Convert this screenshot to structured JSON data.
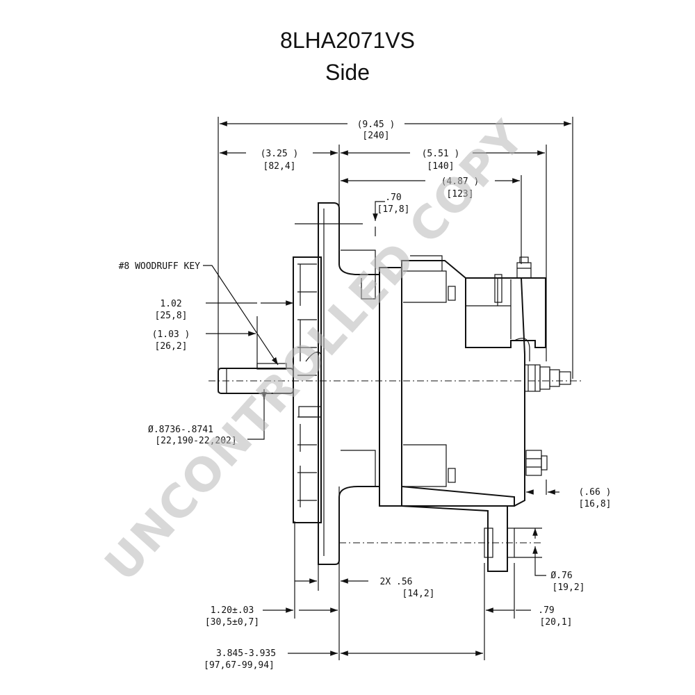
{
  "title": {
    "model": "8LHA2071VS",
    "view": "Side"
  },
  "watermark": "UNCONTROLLED COPY",
  "dimensions": {
    "overall": {
      "in": "(9.45 )",
      "mm": "[240]"
    },
    "front_offset": {
      "in": "(3.25   )",
      "mm": "[82,4]"
    },
    "rear_offset": {
      "in": "(5.51 )",
      "mm": "[140]"
    },
    "terminal_offset": {
      "in": "(4.87 )",
      "mm": "[123]"
    },
    "flange_gap": {
      "in": ".70",
      "mm": "[17,8]"
    },
    "key_label": "#8 WOODRUFF KEY",
    "shaft_len_1": {
      "in": "1.02",
      "mm": "[25,8]"
    },
    "shaft_len_2": {
      "in": "(1.03  )",
      "mm": "[26,2]"
    },
    "shaft_dia": {
      "in": "Ø.8736-.8741",
      "mm": "[22,190-22,202]"
    },
    "terminal_depth": {
      "in": "(.66    )",
      "mm": "[16,8]"
    },
    "mount_hole_dia": {
      "in": "Ø.76",
      "mm": "[19,2]"
    },
    "mount_width": {
      "in": "2X .56",
      "mm": "[14,2]"
    },
    "flange_thick": {
      "in": "1.20±.03",
      "mm": "[30,5±0,7]"
    },
    "foot_width": {
      "in": ".79",
      "mm": "[20,1]"
    },
    "mount_span": {
      "in": "3.845-3.935",
      "mm": "[97,67-99,94]"
    }
  }
}
